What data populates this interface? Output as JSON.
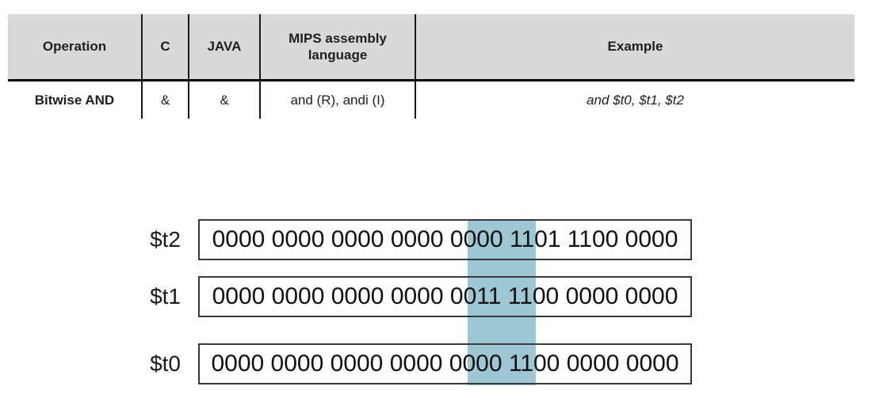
{
  "table": {
    "columns": [
      {
        "label": "Operation"
      },
      {
        "label": "C"
      },
      {
        "label": "JAVA"
      },
      {
        "label": "MIPS assembly language"
      },
      {
        "label": "Example"
      }
    ],
    "rows": [
      {
        "operation": "Bitwise AND",
        "c": "&",
        "java": "&",
        "mips": "and (R), andi (I)",
        "example": "and $t0, $t1, $t2"
      }
    ]
  },
  "registers": [
    {
      "name": "$t2",
      "value": "0000 0000 0000 0000 0000 1101 1100 0000"
    },
    {
      "name": "$t1",
      "value": "0000 0000 0000 0000 0011 1100 0000 0000"
    },
    {
      "name": "$t0",
      "value": "0000 0000 0000 0000 0000 1100 0000 0000"
    }
  ],
  "colors": {
    "header_bg": "#d9d9d9",
    "highlight": "#9cc7d3",
    "text": "#1f1f1f"
  }
}
